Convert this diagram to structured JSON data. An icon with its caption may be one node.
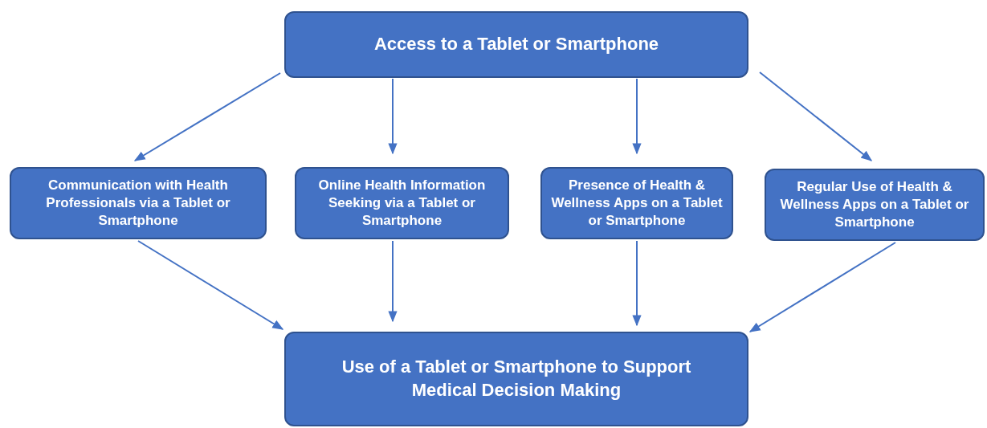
{
  "diagram": {
    "nodes": [
      {
        "text": [
          "Access to a Tablet or Smartphone"
        ]
      },
      {
        "text": [
          "Communication with Health Professionals via a Tablet or Smartphone"
        ]
      },
      {
        "text": [
          "Online Health Information Seeking via a Tablet or Smartphone"
        ]
      },
      {
        "text": [
          "Presence of Health & Wellness Apps on a Tablet or Smartphone"
        ]
      },
      {
        "text": [
          "Regular Use of Health & Wellness Apps on a Tablet or Smartphone"
        ]
      },
      {
        "text": [
          "Use of a Tablet or Smartphone to Support Medical Decision Making"
        ]
      }
    ],
    "edges": [
      {
        "from": 0,
        "to": 1,
        "arrow": "to"
      },
      {
        "from": 0,
        "to": 2,
        "arrow": "to"
      },
      {
        "from": 0,
        "to": 3,
        "arrow": "to"
      },
      {
        "from": 0,
        "to": 4,
        "arrow": "to"
      },
      {
        "from": 1,
        "to": 5,
        "arrow": "to"
      },
      {
        "from": 2,
        "to": 5,
        "arrow": "to"
      },
      {
        "from": 3,
        "to": 5,
        "arrow": "to"
      },
      {
        "from": 4,
        "to": 5,
        "arrow": "to"
      }
    ]
  }
}
